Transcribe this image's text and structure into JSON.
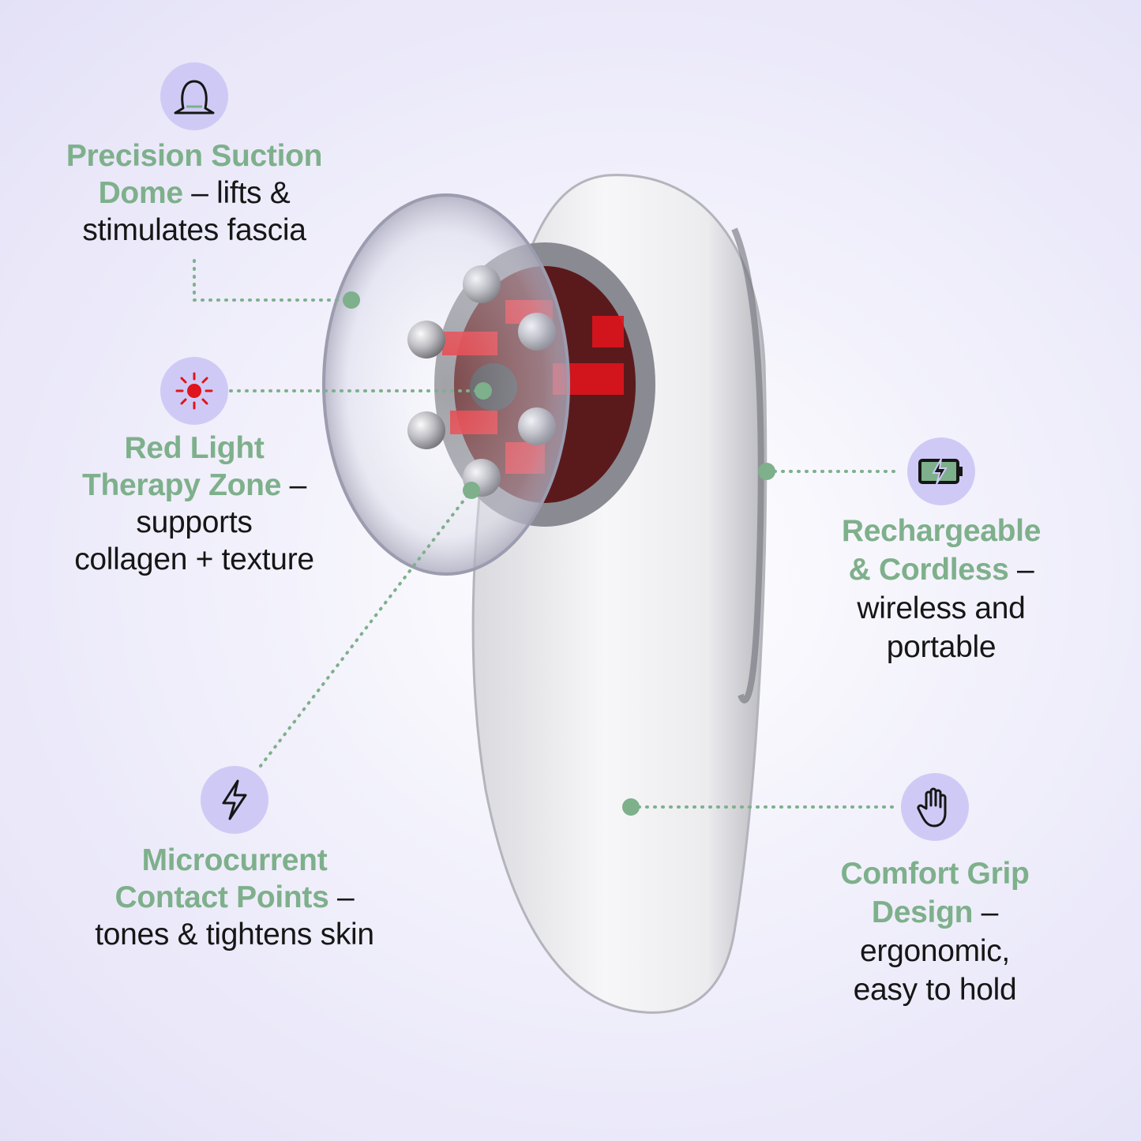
{
  "colors": {
    "accent_green": "#7eb08b",
    "icon_circle": "#cfcaf5",
    "text": "#161616",
    "red_light": "#e0141c"
  },
  "callouts": [
    {
      "id": "suction",
      "icon": "dome-icon",
      "title_lines": [
        "Precision Suction",
        "Dome"
      ],
      "rest_lines": [
        " – lifts &",
        "stimulates fascia"
      ]
    },
    {
      "id": "red-light",
      "icon": "sun-icon",
      "title_lines": [
        "Red Light",
        "Therapy Zone"
      ],
      "rest_lines": [
        " –",
        "supports",
        "collagen + texture"
      ]
    },
    {
      "id": "microcurrent",
      "icon": "lightning-bolt-icon",
      "title_lines": [
        "Microcurrent",
        "Contact Points"
      ],
      "rest_lines": [
        " –",
        "tones & tightens skin"
      ]
    },
    {
      "id": "rechargeable",
      "icon": "battery-charging-icon",
      "title_lines": [
        "Rechargeable",
        "& Cordless"
      ],
      "rest_lines": [
        " –",
        "wireless and",
        "portable"
      ]
    },
    {
      "id": "grip",
      "icon": "hand-icon",
      "title_lines": [
        "Comfort Grip",
        "Design"
      ],
      "rest_lines": [
        " –",
        "ergonomic,",
        "easy to hold"
      ]
    }
  ]
}
